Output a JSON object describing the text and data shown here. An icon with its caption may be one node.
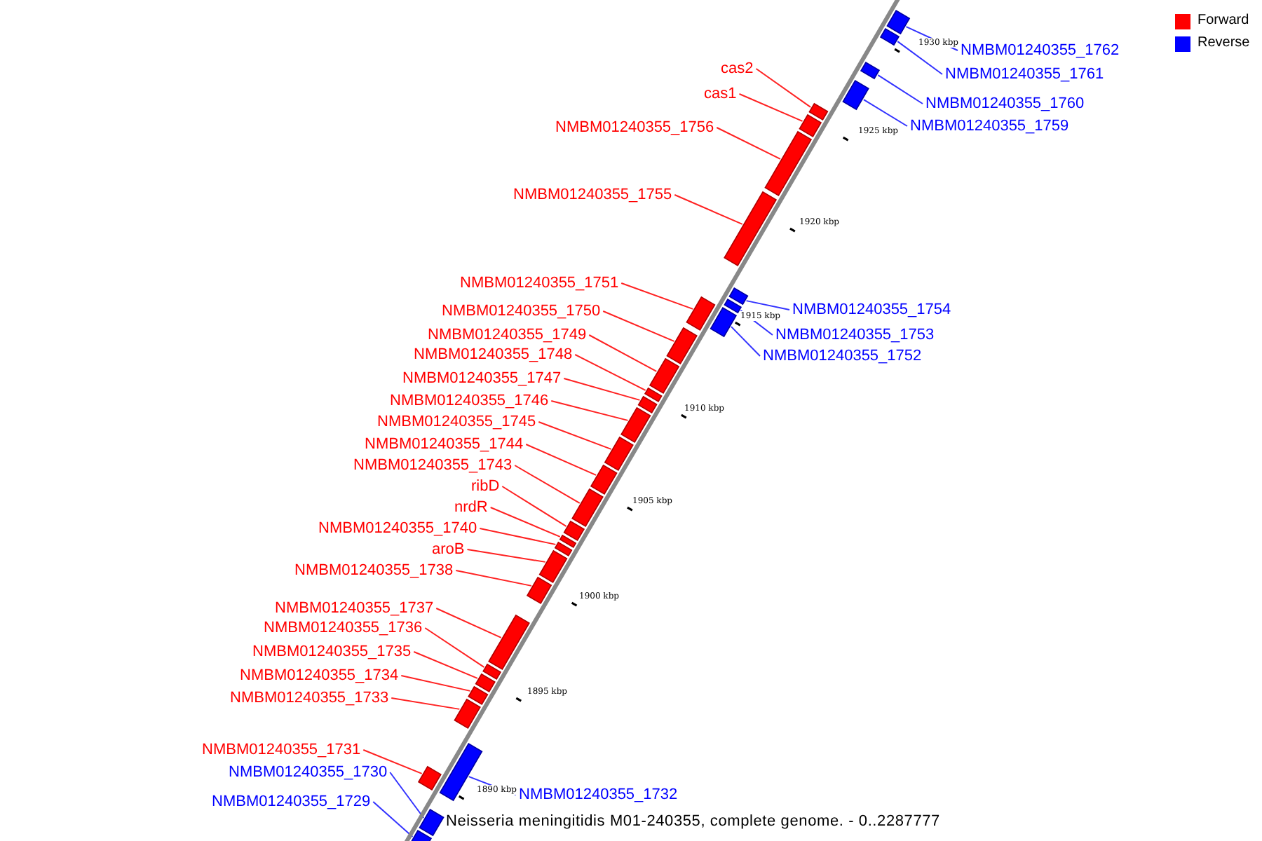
{
  "diagram": {
    "caption": "Neisseria meningitidis M01-240355, complete genome. - 0..2287777",
    "nodes": [
      {
        "text": [
          "NMBM01240355_1762"
        ]
      },
      {
        "text": [],
        "shape": "bar"
      },
      {
        "text": [
          "cas2"
        ]
      },
      {
        "text": [],
        "shape": "bar"
      },
      {
        "text": [
          "NMBM01240355_1761"
        ]
      },
      {
        "text": [],
        "shape": "bar"
      },
      {
        "text": [
          "cas1"
        ]
      },
      {
        "text": [],
        "shape": "bar"
      },
      {
        "text": [
          "NMBM01240355_1760"
        ]
      },
      {
        "text": [],
        "shape": "bar"
      },
      {
        "text": [
          "NMBM01240355_1759"
        ]
      },
      {
        "text": [],
        "shape": "bar"
      },
      {
        "text": [
          "NMBM01240355_1756"
        ]
      },
      {
        "text": [],
        "shape": "bar"
      },
      {
        "text": [
          "NMBM01240355_1755"
        ]
      },
      {
        "text": [],
        "shape": "bar"
      },
      {
        "text": [
          "NMBM01240355_1751"
        ]
      },
      {
        "text": [],
        "shape": "bar"
      },
      {
        "text": [
          "NMBM01240355_1754"
        ]
      },
      {
        "text": [],
        "shape": "bar"
      },
      {
        "text": [
          "NMBM01240355_1750"
        ]
      },
      {
        "text": [],
        "shape": "bar"
      },
      {
        "text": [
          "NMBM01240355_1753"
        ]
      },
      {
        "text": [],
        "shape": "bar"
      },
      {
        "text": [
          "NMBM01240355_1749"
        ]
      },
      {
        "text": [],
        "shape": "bar"
      },
      {
        "text": [
          "NMBM01240355_1748"
        ]
      },
      {
        "text": [],
        "shape": "bar"
      },
      {
        "text": [
          "NMBM01240355_1752"
        ]
      },
      {
        "text": [],
        "shape": "bar"
      },
      {
        "text": [
          "NMBM01240355_1747"
        ]
      },
      {
        "text": [],
        "shape": "bar"
      },
      {
        "text": [
          "NMBM01240355_1746"
        ]
      },
      {
        "text": [],
        "shape": "bar"
      },
      {
        "text": [
          "NMBM01240355_1745"
        ]
      },
      {
        "text": [],
        "shape": "bar"
      },
      {
        "text": [
          "NMBM01240355_1744"
        ]
      },
      {
        "text": [],
        "shape": "bar"
      },
      {
        "text": [
          "NMBM01240355_1743"
        ]
      },
      {
        "text": [],
        "shape": "bar"
      },
      {
        "text": [
          "ribD"
        ]
      },
      {
        "text": [],
        "shape": "bar"
      },
      {
        "text": [
          "nrdR"
        ]
      },
      {
        "text": [],
        "shape": "bar"
      },
      {
        "text": [
          "NMBM01240355_1740"
        ]
      },
      {
        "text": [],
        "shape": "bar"
      },
      {
        "text": [
          "aroB"
        ]
      },
      {
        "text": [],
        "shape": "bar"
      },
      {
        "text": [
          "NMBM01240355_1738"
        ]
      },
      {
        "text": [],
        "shape": "bar"
      },
      {
        "text": [
          "NMBM01240355_1737"
        ]
      },
      {
        "text": [],
        "shape": "bar"
      },
      {
        "text": [
          "NMBM01240355_1736"
        ]
      },
      {
        "text": [],
        "shape": "bar"
      },
      {
        "text": [
          "NMBM01240355_1735"
        ]
      },
      {
        "text": [],
        "shape": "bar"
      },
      {
        "text": [
          "NMBM01240355_1734"
        ]
      },
      {
        "text": [],
        "shape": "bar"
      },
      {
        "text": [
          "NMBM01240355_1733"
        ]
      },
      {
        "text": [],
        "shape": "bar"
      },
      {
        "text": [
          "NMBM01240355_1731"
        ]
      },
      {
        "text": [],
        "shape": "bar"
      },
      {
        "text": [
          "NMBM01240355_1730"
        ]
      },
      {
        "text": [],
        "shape": "bar"
      },
      {
        "text": [
          "NMBM01240355_1732"
        ]
      },
      {
        "text": [],
        "shape": "bar"
      },
      {
        "text": [
          "NMBM01240355_1729"
        ]
      },
      {
        "text": [],
        "shape": "bar"
      }
    ],
    "edges": [
      {
        "from": 0,
        "to": 1,
        "arrow": "none",
        "color": "#3333ff"
      },
      {
        "from": 2,
        "to": 3,
        "arrow": "none"
      },
      {
        "from": 4,
        "to": 5,
        "arrow": "none",
        "color": "#3333ff"
      },
      {
        "from": 6,
        "to": 7,
        "arrow": "none"
      },
      {
        "from": 8,
        "to": 9,
        "arrow": "none",
        "color": "#3333ff"
      },
      {
        "from": 10,
        "to": 11,
        "arrow": "none",
        "color": "#3333ff"
      },
      {
        "from": 12,
        "to": 13,
        "arrow": "none"
      },
      {
        "from": 14,
        "to": 15,
        "arrow": "none"
      },
      {
        "from": 16,
        "to": 17,
        "arrow": "none"
      },
      {
        "from": 18,
        "to": 19,
        "arrow": "none",
        "color": "#3333ff"
      },
      {
        "from": 20,
        "to": 21,
        "arrow": "none"
      },
      {
        "from": 22,
        "to": 23,
        "arrow": "none",
        "color": "#3333ff"
      },
      {
        "from": 24,
        "to": 25,
        "arrow": "none"
      },
      {
        "from": 26,
        "to": 27,
        "arrow": "none"
      },
      {
        "from": 28,
        "to": 29,
        "arrow": "none",
        "color": "#3333ff"
      },
      {
        "from": 30,
        "to": 31,
        "arrow": "none"
      },
      {
        "from": 32,
        "to": 33,
        "arrow": "none"
      },
      {
        "from": 34,
        "to": 35,
        "arrow": "none"
      },
      {
        "from": 36,
        "to": 37,
        "arrow": "none"
      },
      {
        "from": 38,
        "to": 39,
        "arrow": "none"
      },
      {
        "from": 40,
        "to": 41,
        "arrow": "none"
      },
      {
        "from": 42,
        "to": 43,
        "arrow": "none"
      },
      {
        "from": 44,
        "to": 45,
        "arrow": "none"
      },
      {
        "from": 46,
        "to": 47,
        "arrow": "none"
      },
      {
        "from": 48,
        "to": 49,
        "arrow": "none"
      },
      {
        "from": 50,
        "to": 51,
        "arrow": "none"
      },
      {
        "from": 52,
        "to": 53,
        "arrow": "none"
      },
      {
        "from": 54,
        "to": 55,
        "arrow": "none"
      },
      {
        "from": 56,
        "to": 57,
        "arrow": "none"
      },
      {
        "from": 58,
        "to": 59,
        "arrow": "none"
      },
      {
        "from": 60,
        "to": 61,
        "arrow": "none"
      },
      {
        "from": 62,
        "to": 63,
        "arrow": "none",
        "color": "#3333ff"
      },
      {
        "from": 64,
        "to": 65,
        "arrow": "none",
        "color": "#3333ff"
      },
      {
        "from": 66,
        "to": 67,
        "arrow": "none",
        "color": "#3333ff"
      }
    ],
    "labels": [
      "1930 kbp",
      "1925 kbp",
      "1920 kbp",
      "1915 kbp",
      "1910 kbp",
      "1905 kbp",
      "1900 kbp",
      "1895 kbp",
      "1890 kbp"
    ],
    "legend": [
      {
        "text": "Forward",
        "color": "#ff0000"
      },
      {
        "text": "Reverse",
        "color": "#0000ff"
      }
    ]
  }
}
